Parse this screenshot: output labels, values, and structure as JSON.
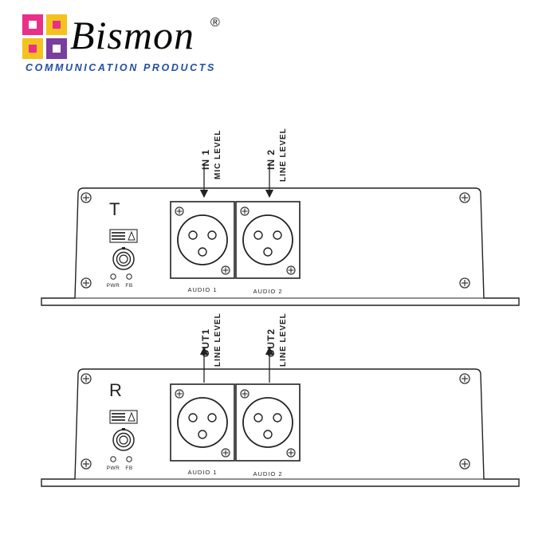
{
  "logo": {
    "brand": "Bismon",
    "registered": "®",
    "tagline": "COMMUNICATION PRODUCTS",
    "colors": [
      "#e8308a",
      "#f4c21c",
      "#7a3e9e",
      "#e8308a"
    ]
  },
  "transmitter": {
    "unit_label": "T",
    "pwr_label": "PWR",
    "fb_label": "FB",
    "audio1_label": "AUDIO 1",
    "audio2_label": "AUDIO 2",
    "in1_title": "IN 1",
    "in1_level": "MIC LEVEL",
    "in2_title": "IN 2",
    "in2_level": "LINE LEVEL"
  },
  "receiver": {
    "unit_label": "R",
    "pwr_label": "PWR",
    "fb_label": "FB",
    "audio1_label": "AUDIO 1",
    "audio2_label": "AUDIO 2",
    "out1_title": "OUT1",
    "out1_level": "LINE LEVEL",
    "out2_title": "OUT2",
    "out2_level": "LINE LEVEL"
  }
}
